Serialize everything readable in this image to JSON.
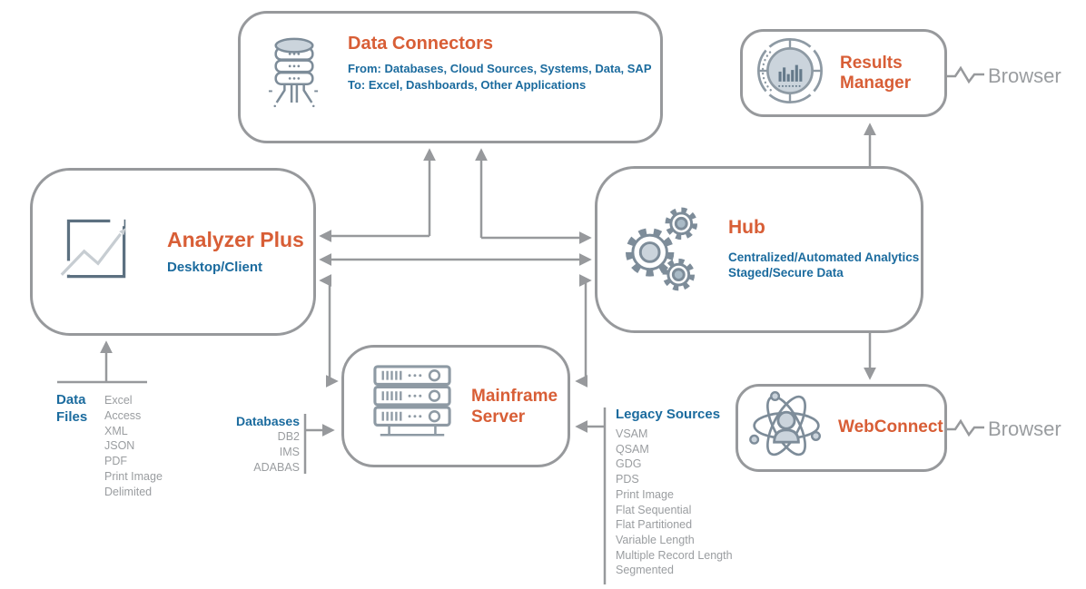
{
  "palette": {
    "accent_orange": "#D85E36",
    "accent_blue": "#1B6B9E",
    "line_gray": "#97999C",
    "text_gray": "#9A9DA0",
    "icon_stroke": "#7D8C99",
    "icon_fill": "#CBD4DC"
  },
  "nodes": {
    "data_connectors": {
      "title": "Data Connectors",
      "line1": "From: Databases, Cloud Sources, Systems, Data, SAP",
      "line2": "To: Excel, Dashboards, Other Applications",
      "icon": "database-stack-icon"
    },
    "results_manager": {
      "title": "Results Manager",
      "icon": "gauge-chart-icon"
    },
    "analyzer_plus": {
      "title": "Analyzer Plus",
      "subtitle": "Desktop/Client",
      "icon": "trend-chart-icon"
    },
    "hub": {
      "title": "Hub",
      "line1": "Centralized/Automated Analytics",
      "line2": "Staged/Secure Data",
      "icon": "gears-icon"
    },
    "mainframe_server": {
      "title": "Mainframe Server",
      "icon": "server-rack-icon"
    },
    "webconnect": {
      "title": "WebConnect",
      "icon": "atom-user-icon"
    }
  },
  "lists": {
    "data_files": {
      "label": "Data Files",
      "items": [
        "Excel",
        "Access",
        "XML",
        "JSON",
        "PDF",
        "Print Image",
        "Delimited"
      ]
    },
    "databases": {
      "label": "Databases",
      "items": [
        "DB2",
        "IMS",
        "ADABAS"
      ]
    },
    "legacy_sources": {
      "label": "Legacy Sources",
      "items": [
        "VSAM",
        "QSAM",
        "GDG",
        "PDS",
        "Print Image",
        "Flat Sequential",
        "Flat Partitioned",
        "Variable Length",
        "Multiple Record Length",
        "Segmented"
      ]
    }
  },
  "browser_top_label": "Browser",
  "browser_bottom_label": "Browser"
}
